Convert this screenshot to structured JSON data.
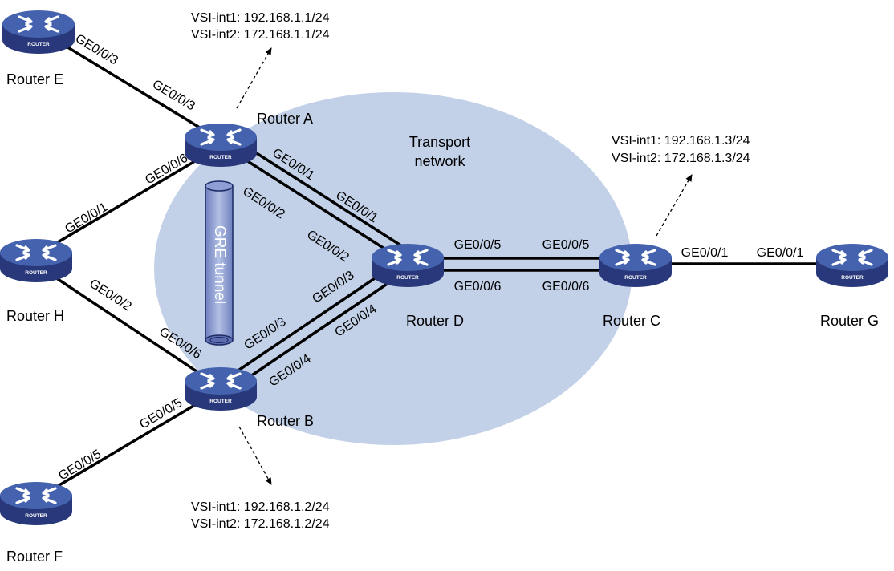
{
  "network": {
    "cloud_label_line1": "Transport",
    "cloud_label_line2": "network",
    "tunnel_label": "GRE tunnel",
    "device_badge": "ROUTER",
    "colors": {
      "cloud": "#c3d1e8",
      "router_body": "#28387a",
      "router_top": "#4462ad",
      "link": "#000000"
    }
  },
  "routers": {
    "a": {
      "name": "Router A"
    },
    "b": {
      "name": "Router B"
    },
    "c": {
      "name": "Router C"
    },
    "d": {
      "name": "Router D"
    },
    "e": {
      "name": "Router E"
    },
    "f": {
      "name": "Router F"
    },
    "g": {
      "name": "Router G"
    },
    "h": {
      "name": "Router H"
    }
  },
  "vsi": {
    "a": {
      "int1": "VSI-int1: 192.168.1.1/24",
      "int2": "VSI-int2: 172.168.1.1/24"
    },
    "b": {
      "int1": "VSI-int1: 192.168.1.2/24",
      "int2": "VSI-int2: 172.168.1.2/24"
    },
    "c": {
      "int1": "VSI-int1: 192.168.1.3/24",
      "int2": "VSI-int2: 172.168.1.3/24"
    }
  },
  "ports": {
    "e_a_near_e": "GE0/0/3",
    "e_a_near_a": "GE0/0/3",
    "h_a_near_a": "GE0/0/6",
    "h_a_near_h": "GE0/0/1",
    "h_b_near_h": "GE0/0/2",
    "h_b_near_b": "GE0/0/6",
    "f_b_near_b": "GE0/0/5",
    "f_b_near_f": "GE0/0/5",
    "a_d1_near_a": "GE0/0/1",
    "a_d1_near_d": "GE0/0/1",
    "a_d2_near_a": "GE0/0/2",
    "a_d2_near_d": "GE0/0/2",
    "b_d3_near_d": "GE0/0/3",
    "b_d3_near_b": "GE0/0/3",
    "b_d4_near_d": "GE0/0/4",
    "b_d4_near_b": "GE0/0/4",
    "d_c5_near_d": "GE0/0/5",
    "d_c5_near_c": "GE0/0/5",
    "d_c6_near_d": "GE0/0/6",
    "d_c6_near_c": "GE0/0/6",
    "c_g_near_c": "GE0/0/1",
    "c_g_near_g": "GE0/0/1"
  }
}
